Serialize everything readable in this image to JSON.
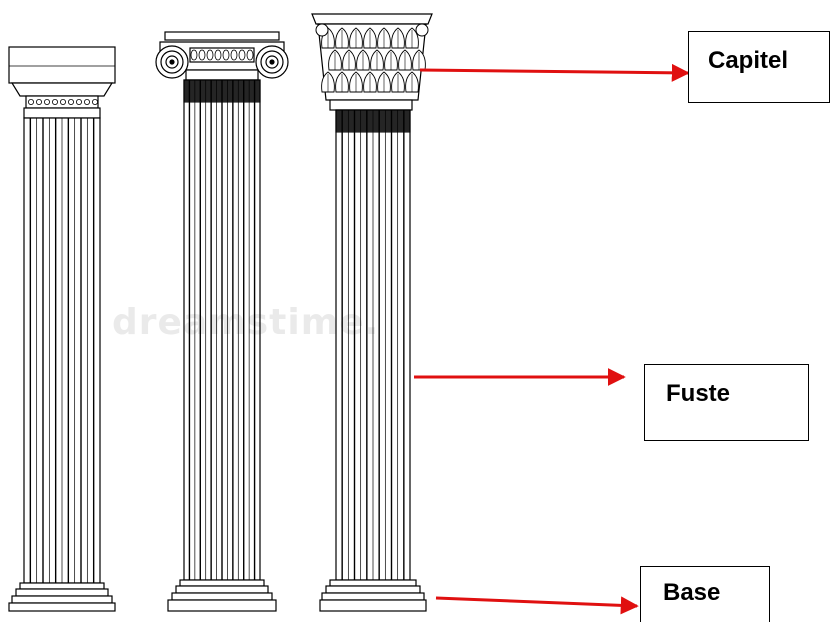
{
  "labels": {
    "capitel": "Capitel",
    "fuste": "Fuste",
    "base": "Base"
  },
  "watermark": "dreamstime.",
  "columns": [
    {
      "style": "doric"
    },
    {
      "style": "ionic"
    },
    {
      "style": "corinthian"
    }
  ],
  "colors": {
    "arrow": "#e01010",
    "line": "#000000"
  }
}
